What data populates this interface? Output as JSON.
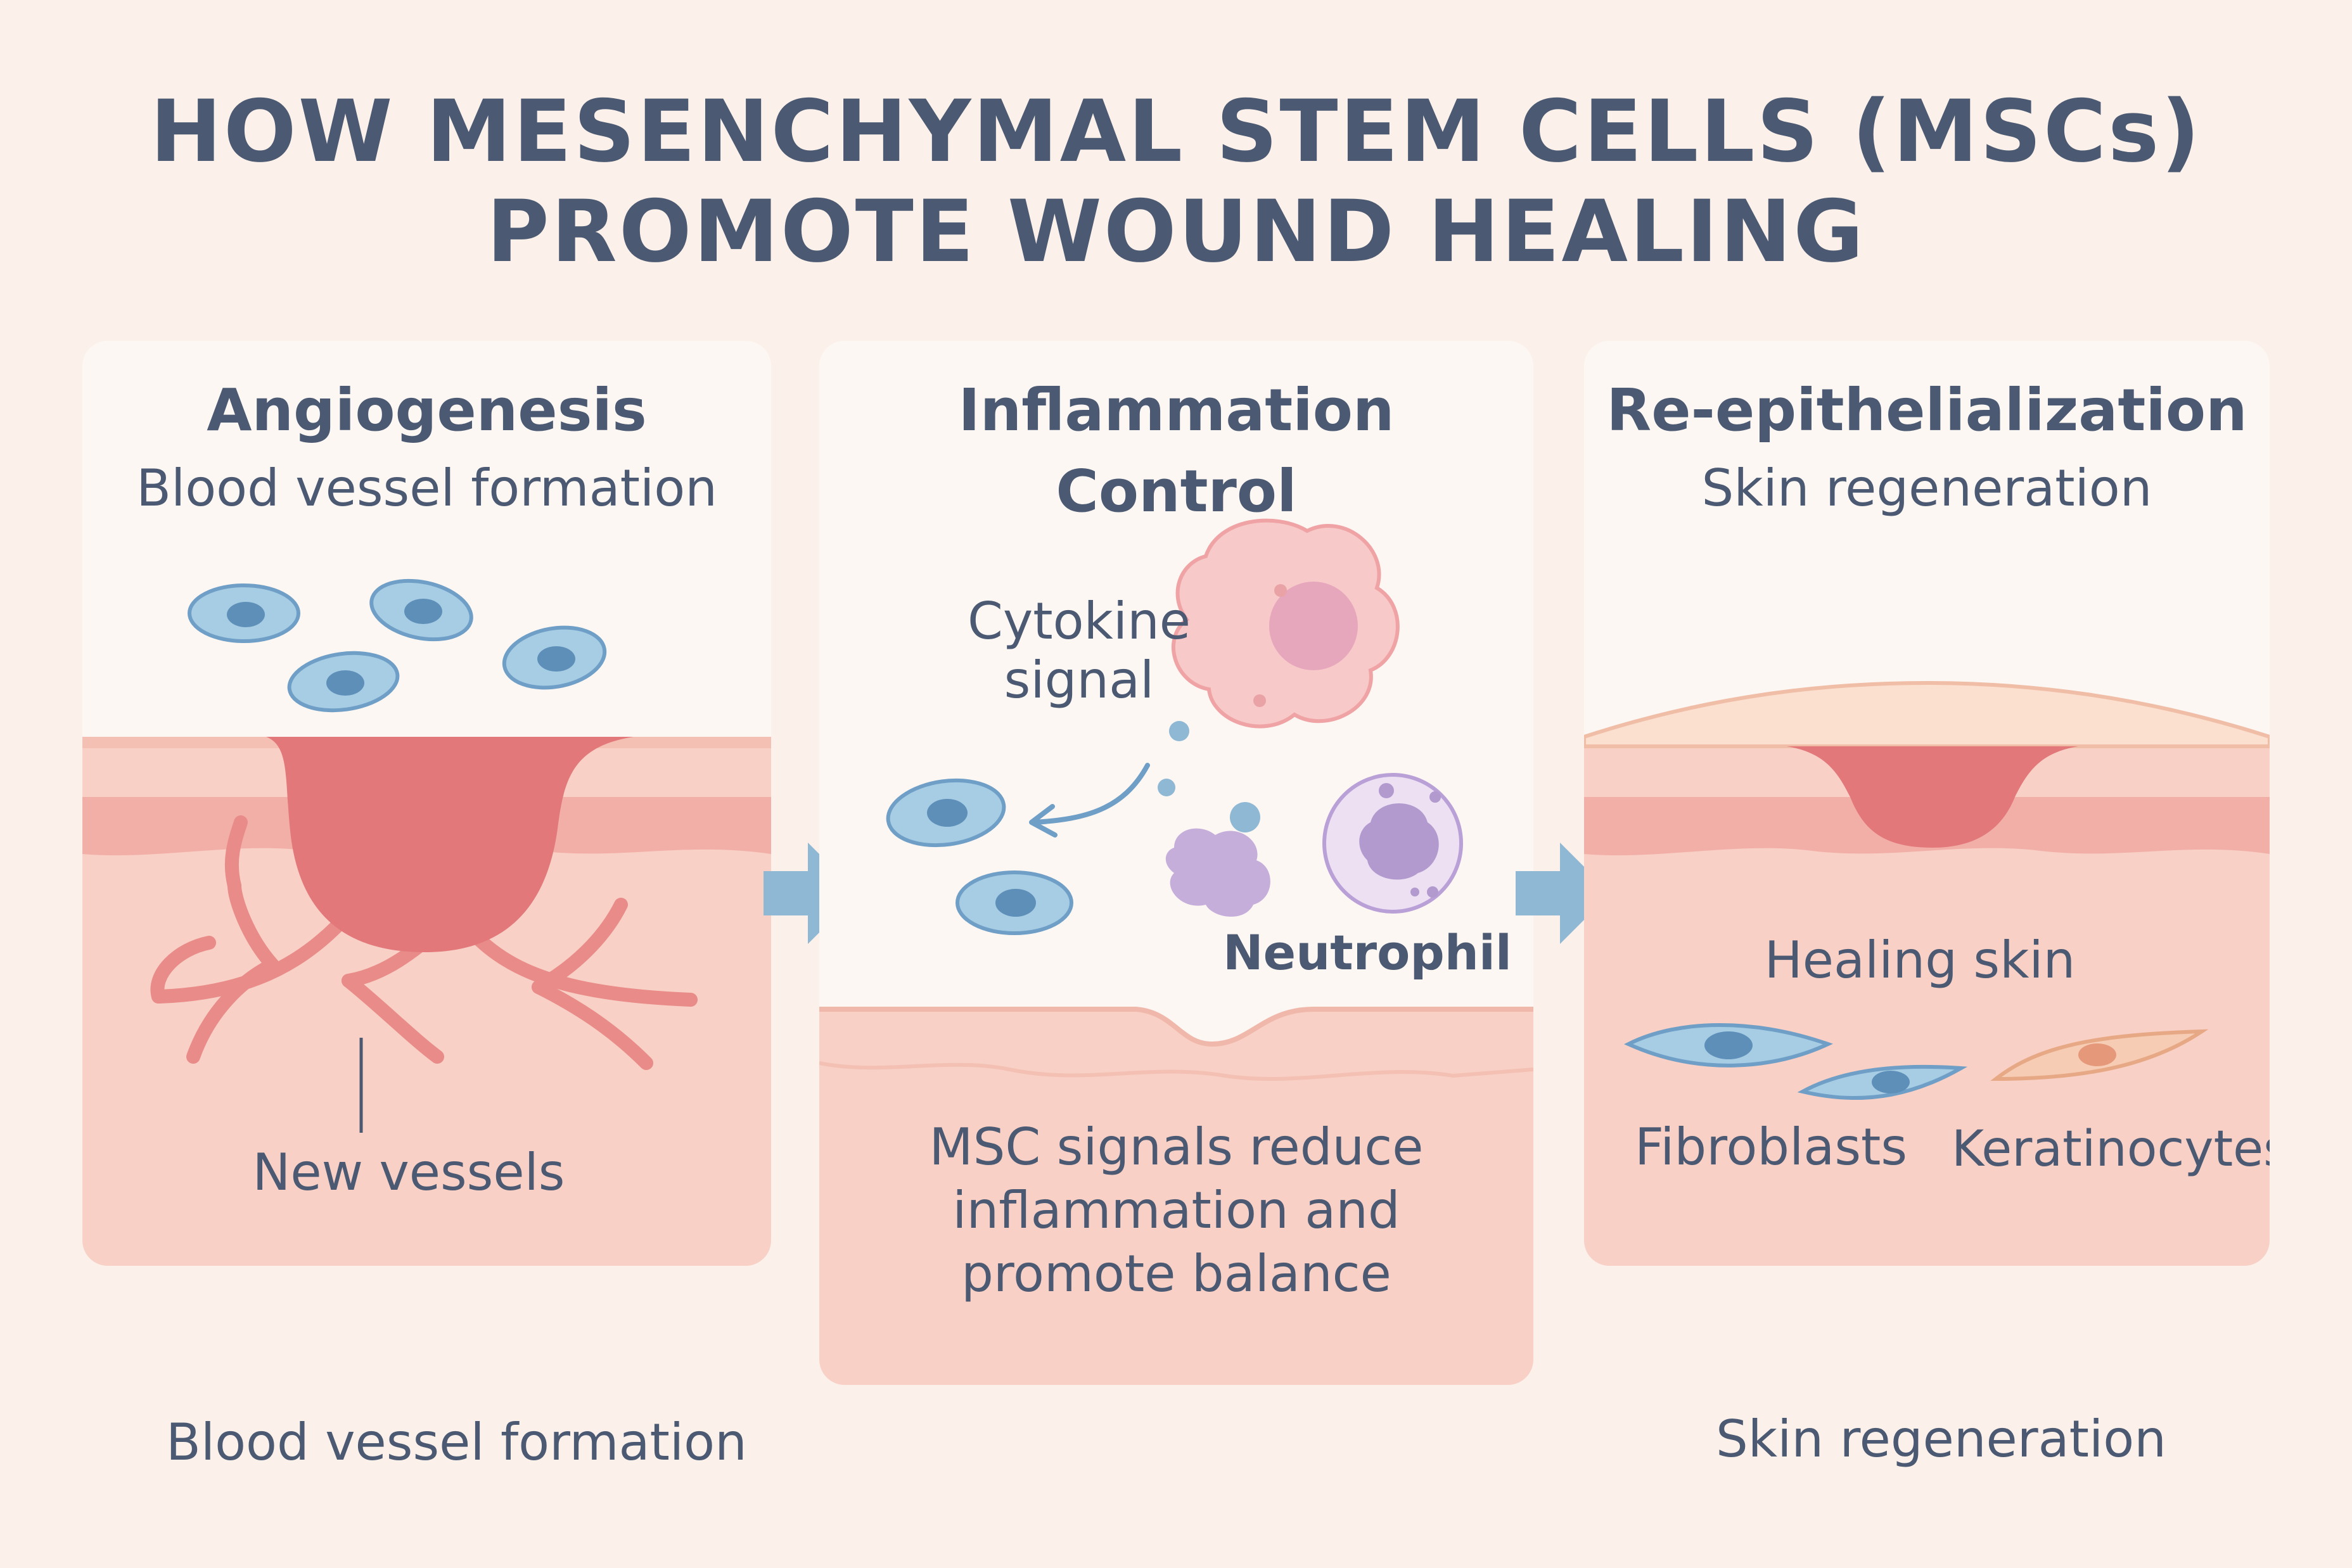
{
  "title": {
    "line1": "HOW MESENCHYMAL STEM CELLS (MSCs)",
    "line2": "PROMOTE WOUND HEALING"
  },
  "panels": [
    {
      "heading": "Angiogenesis",
      "subtitle": "Blood vessel formation",
      "label": "New vessels"
    },
    {
      "heading_line1": "Inflammation",
      "heading_line2": "Control",
      "cytokine_line1": "Cytokine",
      "cytokine_line2": "signal",
      "neutrophil": "Neutrophil",
      "body_line1": "MSC signals reduce",
      "body_line2": "inflammation and",
      "body_line3": "promote balance"
    },
    {
      "heading": "Re-epithelialization",
      "subtitle": "Skin regeneration",
      "healing": "Healing skin",
      "fibroblasts": "Fibroblasts",
      "keratinocytes": "Keratinocytes"
    }
  ],
  "captions": {
    "left": "Blood vessel formation",
    "right": "Skin regeneration"
  },
  "colors": {
    "background": "#fbf1ea",
    "skin_light": "#f8d3c9",
    "skin_band": "#f2afa8",
    "wound": "#e3787b",
    "vessel": "#e88a88",
    "cell_blue": "#a7cde4",
    "cell_nucleus": "#5e8fb9",
    "arrow": "#8fb8d4",
    "macrophage": "#f7c4c6",
    "neutrophil": "#dccaea"
  }
}
